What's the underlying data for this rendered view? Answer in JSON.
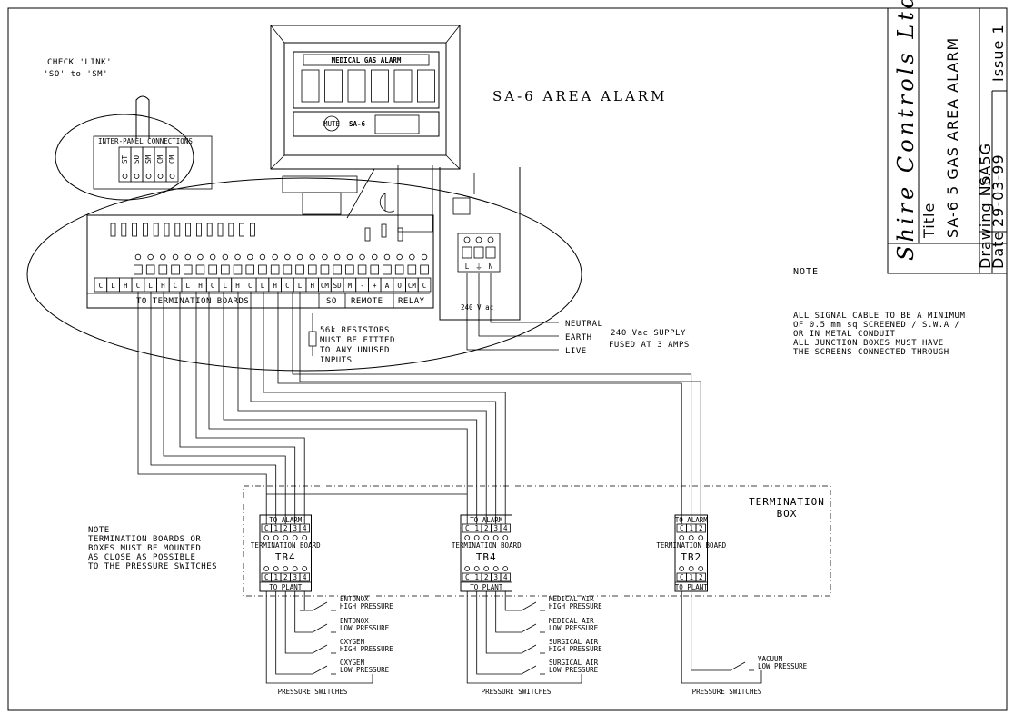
{
  "title_block": {
    "company": "Shire Controls Ltd",
    "title_label": "Title",
    "title": "SA-6 5 GAS AREA ALARM",
    "drawing_no_label": "Drawing No",
    "drawing_no": "SA5G",
    "date_label": "Date",
    "date": "29-03-99",
    "issue": "Issue 1"
  },
  "panel": {
    "heading": "SA-6 AREA ALARM",
    "display_label": "MEDICAL GAS ALARM",
    "model": "SA-6",
    "mute": "MUTE",
    "check_link": [
      "CHECK 'LINK'",
      "'SO' to 'SM'"
    ],
    "inter_panel": "INTER-PANEL CONNECTIONS",
    "inter_pins": [
      "ST",
      "SO",
      "SM",
      "CM",
      "CM"
    ],
    "terminals": [
      "C",
      "L",
      "H",
      "C",
      "L",
      "H",
      "C",
      "L",
      "H",
      "C",
      "L",
      "H",
      "C",
      "L",
      "H",
      "C",
      "L",
      "H",
      "CM",
      "SD",
      "M",
      "-",
      "+",
      "A",
      "O",
      "CM",
      "C"
    ],
    "group_termination": "TO TERMINATION BOARDS",
    "group_so": "SO",
    "group_remote": "REMOTE",
    "group_relay": "RELAY",
    "supply_terminals": [
      "L",
      "⏚",
      "N"
    ],
    "supply_voltage": "240 V ac"
  },
  "supply": {
    "neutral": "NEUTRAL",
    "earth": "EARTH",
    "live": "LIVE",
    "desc1": "240 Vac SUPPLY",
    "desc2": "FUSED AT 3 AMPS"
  },
  "resistor_note": [
    "56k RESISTORS",
    "MUST BE FITTED",
    "TO ANY UNUSED",
    "INPUTS"
  ],
  "note": {
    "heading": "NOTE",
    "lines": [
      "ALL SIGNAL CABLE TO BE A MINIMUM",
      "OF 0.5 mm sq SCREENED / S.W.A /",
      "OR IN METAL CONDUIT",
      "ALL JUNCTION BOXES MUST HAVE",
      "THE SCREENS CONNECTED THROUGH"
    ]
  },
  "note_left": {
    "heading": "NOTE",
    "lines": [
      "TERMINATION BOARDS OR",
      "BOXES MUST BE MOUNTED",
      "AS CLOSE AS POSSIBLE",
      "TO THE PRESSURE SWITCHES"
    ]
  },
  "termination_box": [
    "TERMINATION",
    "BOX"
  ],
  "boards": [
    {
      "name": "TB4",
      "top": "TO ALARM",
      "bottom": "TO PLANT",
      "label": "TERMINATION BOARD",
      "pins": [
        "C",
        "1",
        "2",
        "3",
        "4"
      ]
    },
    {
      "name": "TB4",
      "top": "TO ALARM",
      "bottom": "TO PLANT",
      "label": "TERMINATION BOARD",
      "pins": [
        "C",
        "1",
        "2",
        "3",
        "4"
      ]
    },
    {
      "name": "TB2",
      "top": "TO ALARM",
      "bottom": "TO PLANT",
      "label": "TERMINATION BOARD",
      "pins": [
        "C",
        "1",
        "2"
      ]
    }
  ],
  "switches": [
    [
      "ENTONOX",
      "HIGH PRESSURE"
    ],
    [
      "ENTONOX",
      "LOW PRESSURE"
    ],
    [
      "OXYGEN",
      "HIGH PRESSURE"
    ],
    [
      "OXYGEN",
      "LOW PRESSURE"
    ],
    [
      "MEDICAL AIR",
      "HIGH PRESSURE"
    ],
    [
      "MEDICAL AIR",
      "LOW PRESSURE"
    ],
    [
      "SURGICAL AIR",
      "HIGH PRESSURE"
    ],
    [
      "SURGICAL AIR",
      "LOW PRESSURE"
    ],
    [
      "VACUUM",
      "LOW PRESSURE"
    ]
  ],
  "pressure_switches_label": "PRESSURE SWITCHES"
}
